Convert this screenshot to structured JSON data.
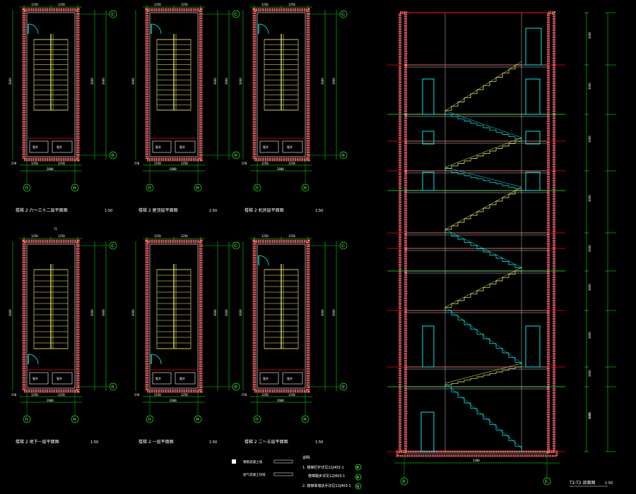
{
  "colors": {
    "background": "#000000",
    "wall": "#ff6a6a",
    "dimension": "#00ff00",
    "stair": "#ffff66",
    "window": "#00ffff",
    "floor_line": "#ff0000",
    "text": "#ffffff"
  },
  "plans": [
    {
      "title": "楼梯 2 六～三十二层平面图",
      "scale": "1:50",
      "axis_a": "⑪",
      "axis_b": "⑭",
      "side_top": "Ⓒ",
      "side_bottom": "Ⓓ",
      "room_labels": [
        "管井",
        "管井"
      ]
    },
    {
      "title": "楼梯 2 屋顶层平面图",
      "scale": "1:50",
      "axis_a": "⑪",
      "axis_b": "⑭",
      "side_top": "Ⓒ",
      "side_bottom": "Ⓓ",
      "room_labels": [
        "管井",
        "管井"
      ]
    },
    {
      "title": "楼梯 2 机房层平面图",
      "scale": "1:50",
      "axis_a": "⑪",
      "axis_b": "⑭",
      "side_top": "Ⓒ",
      "side_bottom": "Ⓓ",
      "room_labels": [
        "管井",
        "管井"
      ]
    },
    {
      "title": "楼梯 2 地下一层平面图",
      "scale": "1:50",
      "axis_a": "⑪",
      "axis_b": "⑭",
      "side_top": "Ⓒ",
      "side_bottom": "Ⓓ",
      "room_labels": [
        "管井",
        "管井"
      ]
    },
    {
      "title": "楼梯 2 一层平面图",
      "scale": "1:50",
      "axis_a": "⑪",
      "axis_b": "⑭",
      "side_top": "Ⓒ",
      "side_bottom": "Ⓓ",
      "room_labels": [
        "管井",
        "管井"
      ]
    },
    {
      "title": "楼梯 2 二～五层平面图",
      "scale": "1:50",
      "axis_a": "⑪",
      "axis_b": "⑭",
      "side_top": "Ⓒ",
      "side_bottom": "Ⓓ",
      "room_labels": [
        "管井",
        "管井"
      ]
    }
  ],
  "plan_dims": {
    "top_a": "1250",
    "top_b": "1250",
    "bottom_a": "1250",
    "bottom_b": "1250",
    "total": "2600",
    "side": "250",
    "height": "3000",
    "step": "3900"
  },
  "section": {
    "title": "T2-T2 剖面图",
    "scale": "1:50",
    "marker": "T2",
    "axis_a": "Ⓓ",
    "axis_b": "Ⓒ",
    "bottom_dim": "3300",
    "side_dims": [
      "3000",
      "3000",
      "3000",
      "3000",
      "3000",
      "3000",
      "3000",
      "3000",
      "3000",
      "3000"
    ]
  },
  "legend": {
    "items": [
      "钢筋混凝土墙",
      "加气混凝土块墙"
    ]
  },
  "notes": {
    "heading": "说明:",
    "lines": [
      "1. 楼梯栏杆详见12J403-1",
      "楼梯踏步详见12J403-1",
      "2. 楼梯靠墙扶手详见12J403-1"
    ],
    "refs": [
      "⑧",
      "⑨",
      "⑩"
    ]
  }
}
